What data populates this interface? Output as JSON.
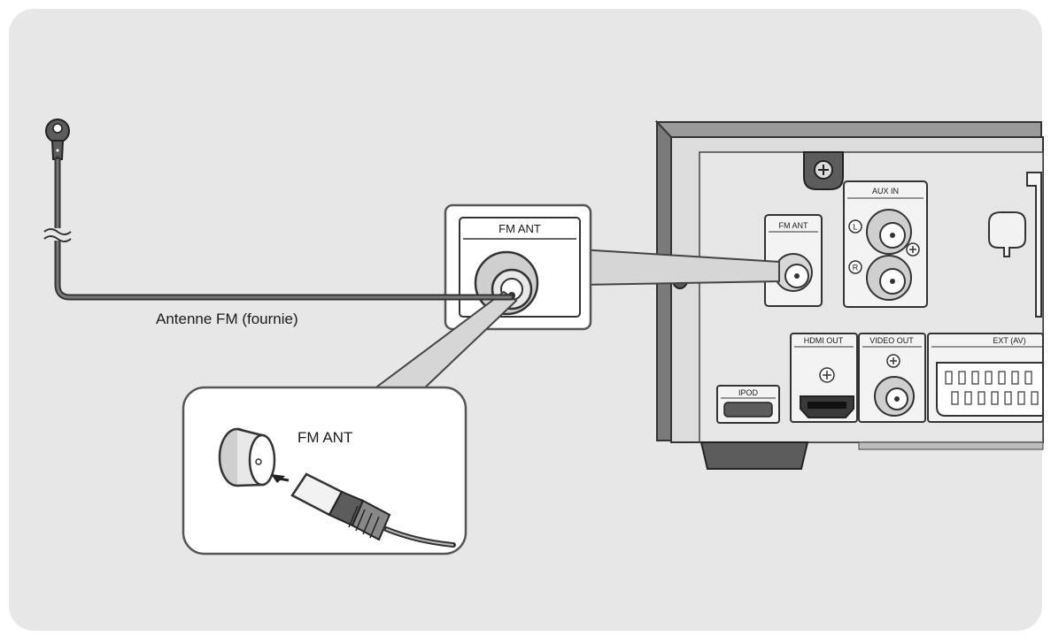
{
  "colors": {
    "background": "#e7e7e7",
    "panel": "#ffffff",
    "device_body": "#dcdcdc",
    "device_dark": "#5c5c5c",
    "line": "#333333",
    "callout": "#d6d6d6"
  },
  "antenna": {
    "label": "Antenne FM (fournie)",
    "icon": "fm-antenna-icon"
  },
  "zoom_box": {
    "label": "FM ANT"
  },
  "inset": {
    "label": "FM ANT"
  },
  "device": {
    "fm_ant": "FM ANT",
    "aux_in": "AUX IN",
    "aux_left": "L",
    "aux_right": "R",
    "hdmi_out": "HDMI OUT",
    "video_out": "VIDEO OUT",
    "ext_av": "EXT (AV)",
    "ipod": "IPOD"
  }
}
